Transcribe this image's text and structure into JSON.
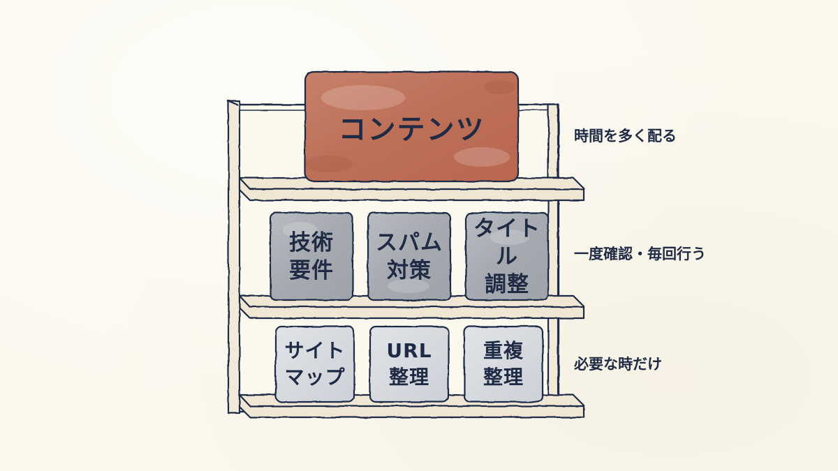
{
  "colors": {
    "background": "#fbf8ee",
    "ink": "#1f2a44",
    "shelf_board": "#efe6d4",
    "top_box": "#c0735a",
    "middle_box": "#a9adb3",
    "bottom_box": "#d4d8dd"
  },
  "diagram": {
    "top_box": {
      "label": "コンテンツ"
    },
    "middle_boxes": [
      {
        "label": "技術\n要件"
      },
      {
        "label": "スパム\n対策"
      },
      {
        "label": "タイトル\n調整"
      }
    ],
    "bottom_boxes": [
      {
        "label": "サイト\nマップ"
      },
      {
        "label": "URL\n整理"
      },
      {
        "label": "重複\n整理"
      }
    ],
    "side_labels": {
      "top": "時間を多く配る",
      "middle": "一度確認・毎回行う",
      "bottom": "必要な時だけ"
    }
  }
}
